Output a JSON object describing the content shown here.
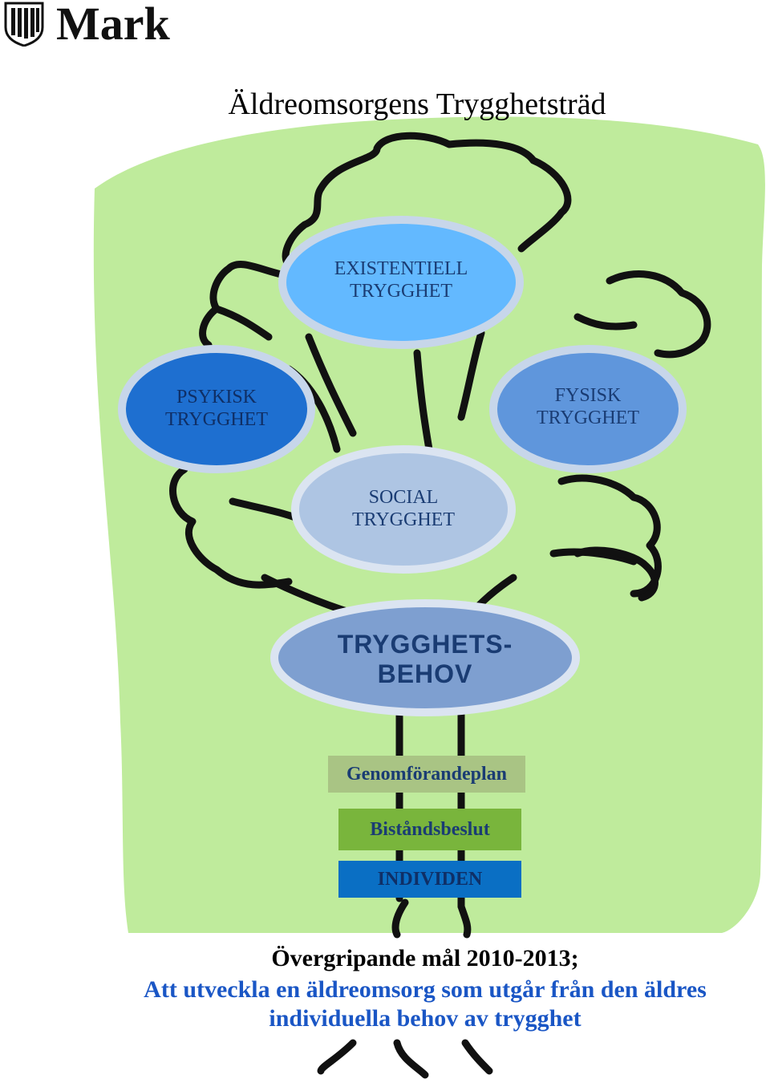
{
  "brand": {
    "name": "Mark"
  },
  "title": "Äldreomsorgens Trygghetsträd",
  "ovals": {
    "existentiell": {
      "line1": "EXISTENTIELL",
      "line2": "TRYGGHET"
    },
    "psykisk": {
      "line1": "PSYKISK",
      "line2": "TRYGGHET"
    },
    "fysisk": {
      "line1": "FYSISK",
      "line2": "TRYGGHET"
    },
    "social": {
      "line1": "SOCIAL",
      "line2": "TRYGGHET"
    },
    "behov": {
      "line1": "TRYGGHETS-",
      "line2": "BEHOV"
    }
  },
  "boxes": {
    "genomforandeplan": "Genomförandeplan",
    "bistandsbeslut": "Biståndsbeslut",
    "individen": "INDIVIDEN"
  },
  "footer": {
    "line1": "Övergripande mål 2010-2013;",
    "line2": "Att utveckla en äldreomsorg som utgår från den äldres",
    "line3": "individuella behov av trygghet"
  },
  "colors": {
    "canopy": "#bfeb9c",
    "existentiell": "#63b9ff",
    "psykisk": "#1e6fd0",
    "fysisk": "#5f96dc",
    "social": "#aec5e3",
    "behov": "#7e9fd0",
    "genomforandeplan": "#a9c484",
    "bistandsbeslut": "#79b53c",
    "individen": "#0a6fc4",
    "footer_accent": "#1a56c5"
  }
}
